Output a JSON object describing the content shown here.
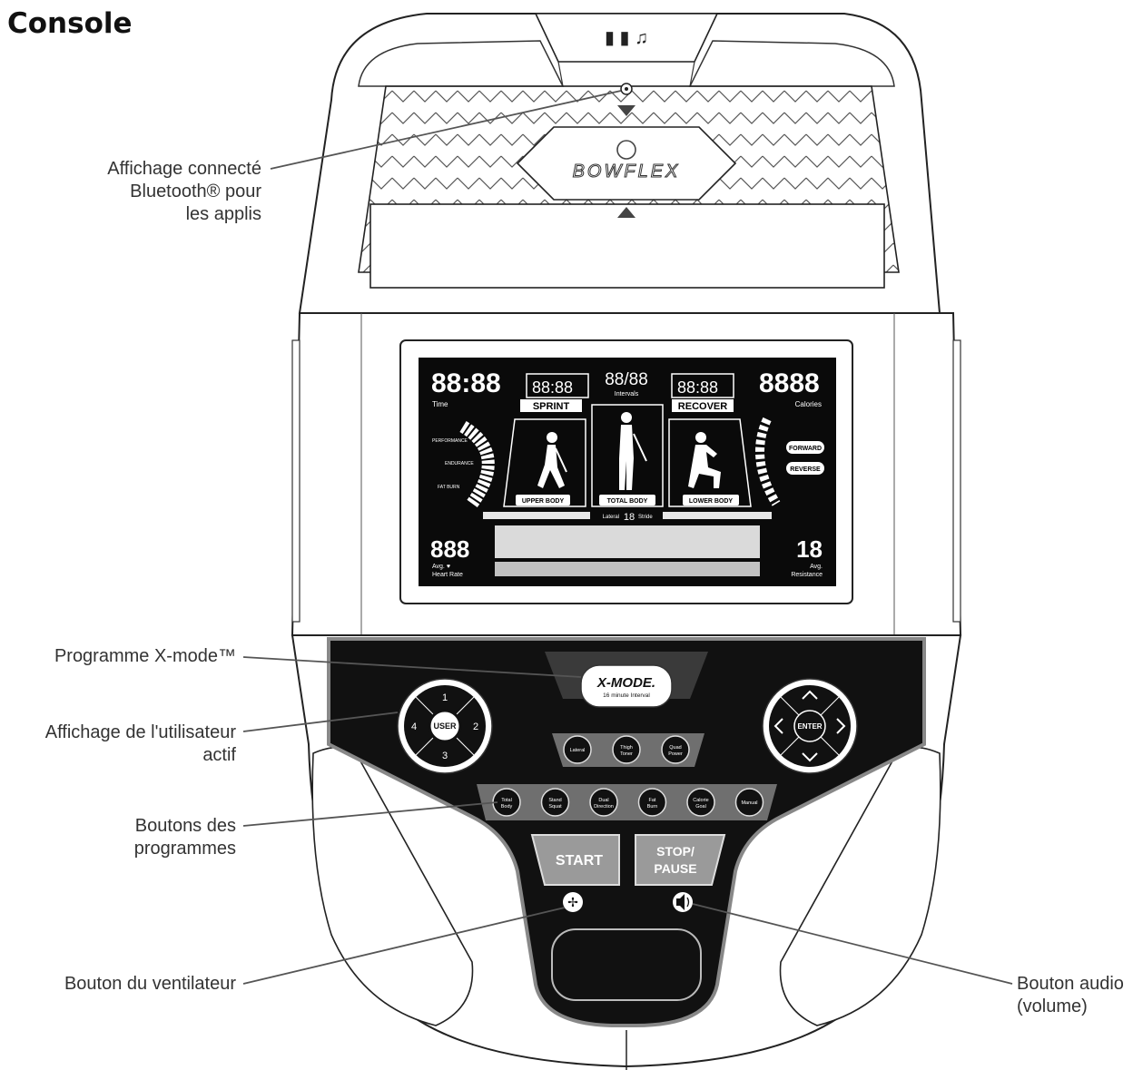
{
  "title": "Console",
  "callouts": {
    "bluetooth": [
      "Affichage connecté",
      "Bluetooth® pour",
      "les applis"
    ],
    "xmode": [
      "Programme X-mode™"
    ],
    "user": [
      "Affichage de l'utilisateur",
      "actif"
    ],
    "programs": [
      "Boutons des",
      "programmes"
    ],
    "fan": [
      "Bouton du ventilateur"
    ],
    "audio": [
      "Bouton audio",
      "(volume)"
    ]
  },
  "brand": "BOWFLEX",
  "lcd": {
    "time_digits": "88:88",
    "time_label": "Time",
    "sprint_digits": "88:88",
    "sprint_label": "SPRINT",
    "intervals_digits": "88/88",
    "intervals_label": "Intervals",
    "recover_digits": "88:88",
    "recover_label": "RECOVER",
    "calories_digits": "8888",
    "calories_label": "Calories",
    "zone_labels": [
      "PERFORMANCE",
      "ENDURANCE",
      "FAT BURN"
    ],
    "body_labels": [
      "UPPER BODY",
      "TOTAL BODY",
      "LOWER BODY"
    ],
    "direction": [
      "FORWARD",
      "REVERSE"
    ],
    "lateral_label": "Lateral",
    "stride_digits": "18",
    "stride_label": "Stride",
    "hr_digits": "888",
    "hr_label": [
      "Avg. ♥",
      "Heart Rate"
    ],
    "res_digits": "18",
    "res_label": [
      "Avg.",
      "Resistance"
    ]
  },
  "xmode_button": {
    "logo": "X-MODE.",
    "sub": "16 minute Interval"
  },
  "user_pad": {
    "center": "USER",
    "n": "1",
    "e": "2",
    "s": "3",
    "w": "4"
  },
  "nav_pad": {
    "center": "ENTER"
  },
  "row1_buttons": [
    [
      "Lateral"
    ],
    [
      "Thigh",
      "Toner"
    ],
    [
      "Quad",
      "Power"
    ]
  ],
  "row2_buttons": [
    [
      "Total",
      "Body"
    ],
    [
      "Stand",
      "Squat"
    ],
    [
      "Dual",
      "Direction"
    ],
    [
      "Fat",
      "Burn"
    ],
    [
      "Calorie",
      "Goal"
    ],
    [
      "Manual"
    ]
  ],
  "start_label": "START",
  "stop_label": [
    "STOP/",
    "PAUSE"
  ],
  "colors": {
    "lcd": "#0a0a0a",
    "panel": "#111111",
    "button_gray": "#9a9a9a",
    "pill_gray": "#6f6f6f",
    "line": "#444444"
  }
}
